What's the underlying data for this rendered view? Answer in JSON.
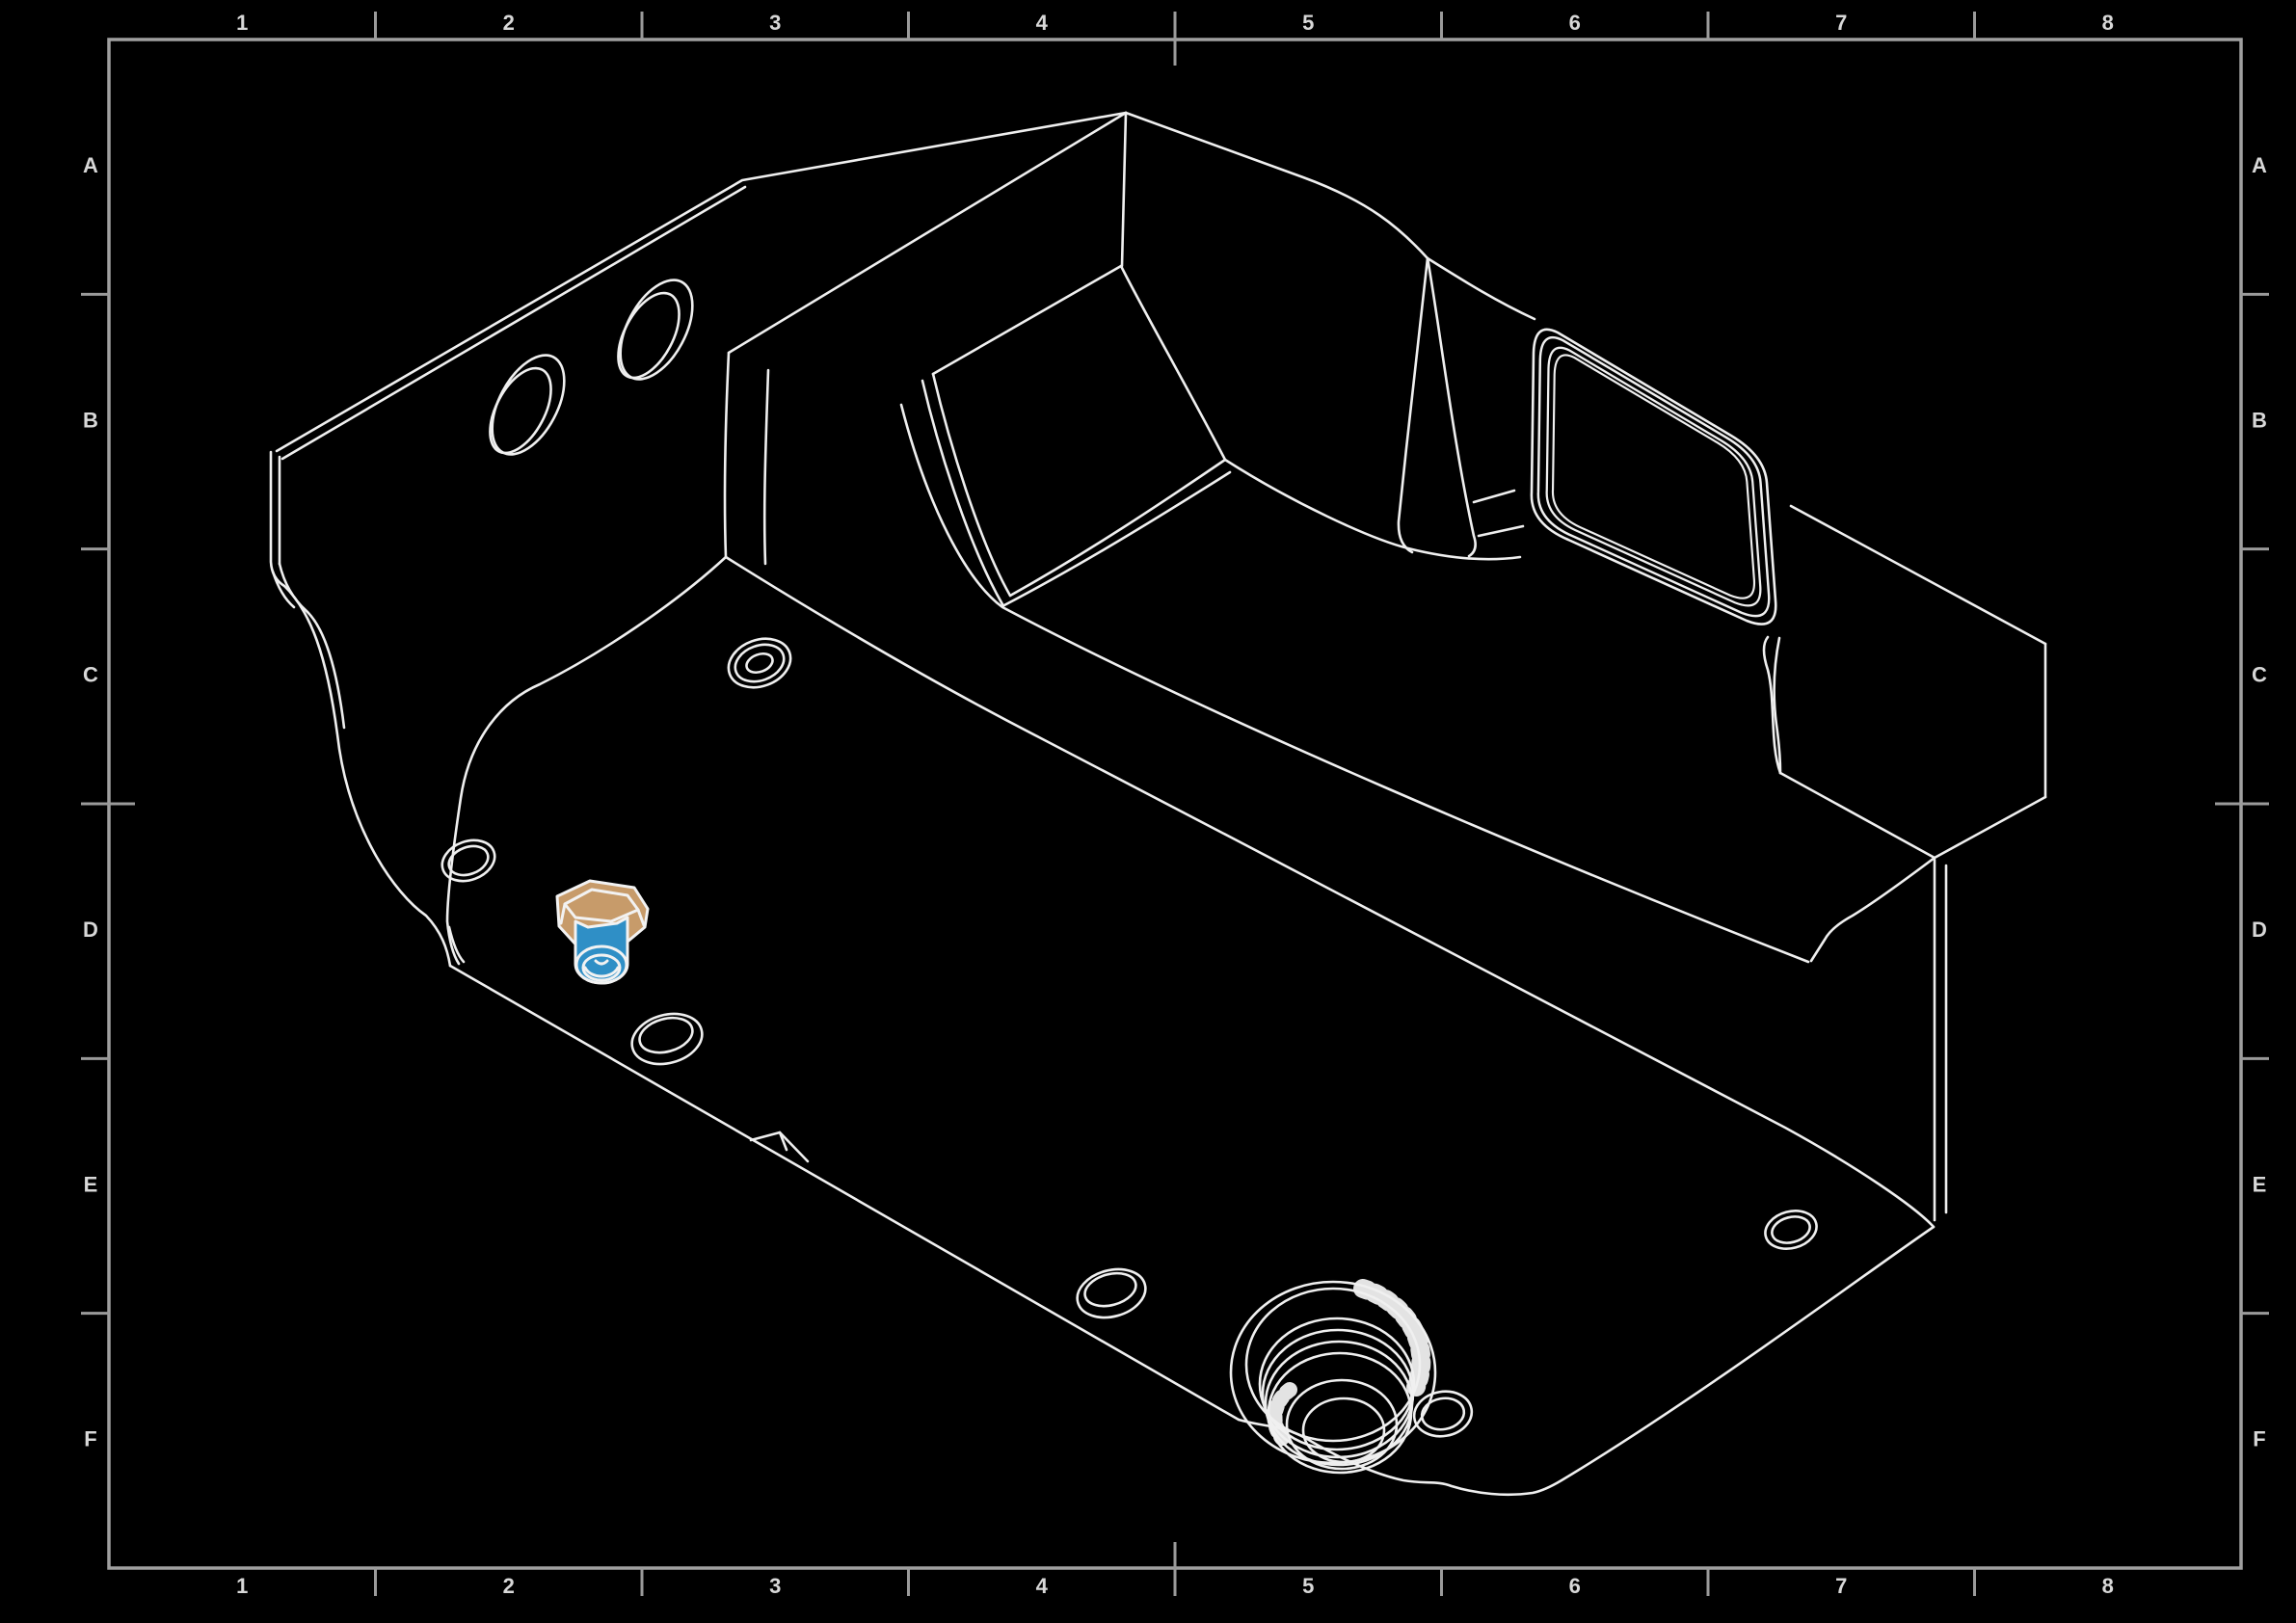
{
  "sheet": {
    "zone_columns": [
      "1",
      "2",
      "3",
      "4",
      "5",
      "6",
      "7",
      "8"
    ],
    "zone_rows": [
      "A",
      "B",
      "C",
      "D",
      "E",
      "F"
    ],
    "background": "#000000",
    "frame_color": "#a0a0a0",
    "tick_color": "#9a9a9a",
    "label_color": "#d8d8d8"
  },
  "part": {
    "name": "tank-housing-isometric-wireframe",
    "line_color": "#efefef",
    "features": {
      "filler_boss": "rounded-square filler neck boss",
      "drain_port": "threaded circular drain port",
      "mount_holes": "counterbored elliptical holes",
      "pocket": "recessed pocket",
      "highlighted_fitting": "drain valve fitting (selected)"
    },
    "highlighted_fitting": {
      "cap_color": "#c79b6a",
      "body_color": "#2f8fc6",
      "outline_color": "#f2f2f2"
    }
  }
}
